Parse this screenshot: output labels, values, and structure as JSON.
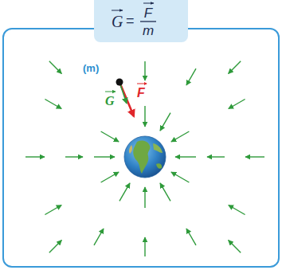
{
  "diagram": {
    "nodes": [
      {
        "text": [
          "G",
          "=",
          "F",
          "m"
        ]
      },
      {
        "text": [
          "(m)",
          "G",
          "F"
        ]
      }
    ]
  }
}
